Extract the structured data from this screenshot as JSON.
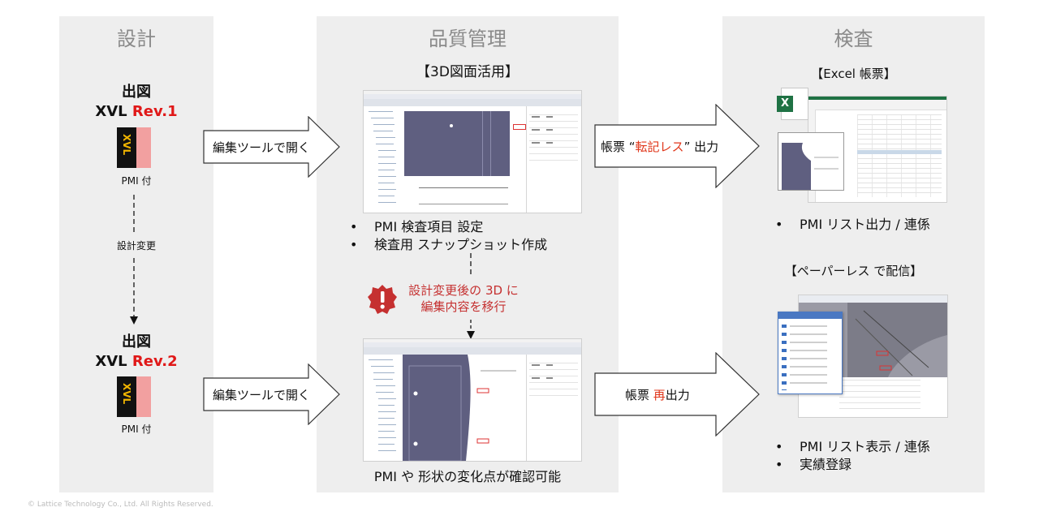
{
  "columns": {
    "design": {
      "title": "設計"
    },
    "quality": {
      "title": "品質管理"
    },
    "inspection": {
      "title": "検査"
    }
  },
  "design": {
    "rev1": {
      "label": "出図",
      "prefix": "XVL ",
      "rev": "Rev.1",
      "icon_text": "XVL",
      "pmi": "PMI 付"
    },
    "change_label": "設計変更",
    "rev2": {
      "label": "出図",
      "prefix": "XVL ",
      "rev": "Rev.2",
      "icon_text": "XVL",
      "pmi": "PMI 付"
    }
  },
  "quality": {
    "heading": "【3D図面活用】",
    "bullets": [
      "PMI 検査項目 設定",
      "検査用 スナップショット作成"
    ],
    "warning": {
      "line1": "設計変更後の 3D に",
      "line2": "編集内容を移行"
    },
    "bottom_text": "PMI や 形状の変化点が確認可能"
  },
  "arrows": {
    "open1": "編集ツールで開く",
    "open2": "編集ツールで開く",
    "output1": {
      "pre": "帳票 “",
      "hl": "転記レス",
      "post": "” 出力"
    },
    "output2": {
      "pre": "帳票 ",
      "hl": "再",
      "post": "出力"
    }
  },
  "inspection": {
    "excel_heading": "【Excel 帳票】",
    "excel_icon_text": "X",
    "bullets_top": [
      "PMI リスト出力 / 連係"
    ],
    "paperless_heading": "【ペーパーレス で配信】",
    "bullets_bottom": [
      "PMI リスト表示 / 連係",
      "実績登録"
    ]
  },
  "copyright": "© Lattice Technology Co., Ltd. All Rights Reserved.",
  "colors": {
    "accent": "#e01818",
    "highlight": "#e0361a",
    "panel": "#eeeeee",
    "model": "#5f5f80",
    "excel": "#1f7244"
  }
}
